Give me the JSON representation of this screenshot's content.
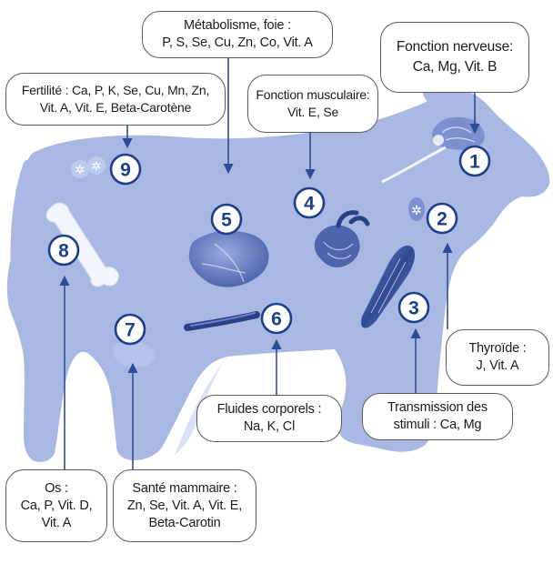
{
  "colors": {
    "body": "#a9b8e3",
    "body_light": "#bccaee",
    "organ": "#6d83c8",
    "accent": "#1d3f8a",
    "arrow": "#2f4c9a"
  },
  "labels": [
    {
      "id": "metabolisme",
      "number": "5",
      "title": "Métabolisme, foie :",
      "value": "P, S, Se, Cu, Zn, Co, Vit. A",
      "organ_icon": "liver-icon"
    },
    {
      "id": "fonction-nerveuse",
      "number": "1",
      "title": "Fonction nerveuse:",
      "value": "Ca, Mg, Vit. B",
      "organ_icon": "brain-icon"
    },
    {
      "id": "fertilite",
      "number": "9",
      "title": "Fertilité : Ca, P, K, Se, Cu, Mn, Zn,",
      "value": "Vit. A, Vit. E, Beta-Carotène",
      "organ_icon": "ovary-icon"
    },
    {
      "id": "fonction-musculaire",
      "number": "4",
      "title": "Fonction musculaire:",
      "value": "Vit. E, Se",
      "organ_icon": "heart-icon"
    },
    {
      "id": "thyroide",
      "number": "2",
      "title": "Thyroïde :",
      "value": "J, Vit. A",
      "organ_icon": "thyroid-icon"
    },
    {
      "id": "transmission",
      "number": "3",
      "title": "Transmission des",
      "value": "stimuli : Ca, Mg",
      "organ_icon": "muscle-icon"
    },
    {
      "id": "fluides",
      "number": "6",
      "title": "Fluides corporels :",
      "value": "Na, K, Cl",
      "organ_icon": "vessel-icon"
    },
    {
      "id": "os",
      "number": "8",
      "title": "Os :",
      "value": "Ca, P, Vit. D,",
      "value2": "Vit. A",
      "organ_icon": "bone-icon"
    },
    {
      "id": "sante-mammaire",
      "number": "7",
      "title": "Santé mammaire :",
      "value": "Zn, Se, Vit. A, Vit. E,",
      "value2": "Beta-Carotin",
      "organ_icon": "udder-icon"
    }
  ]
}
